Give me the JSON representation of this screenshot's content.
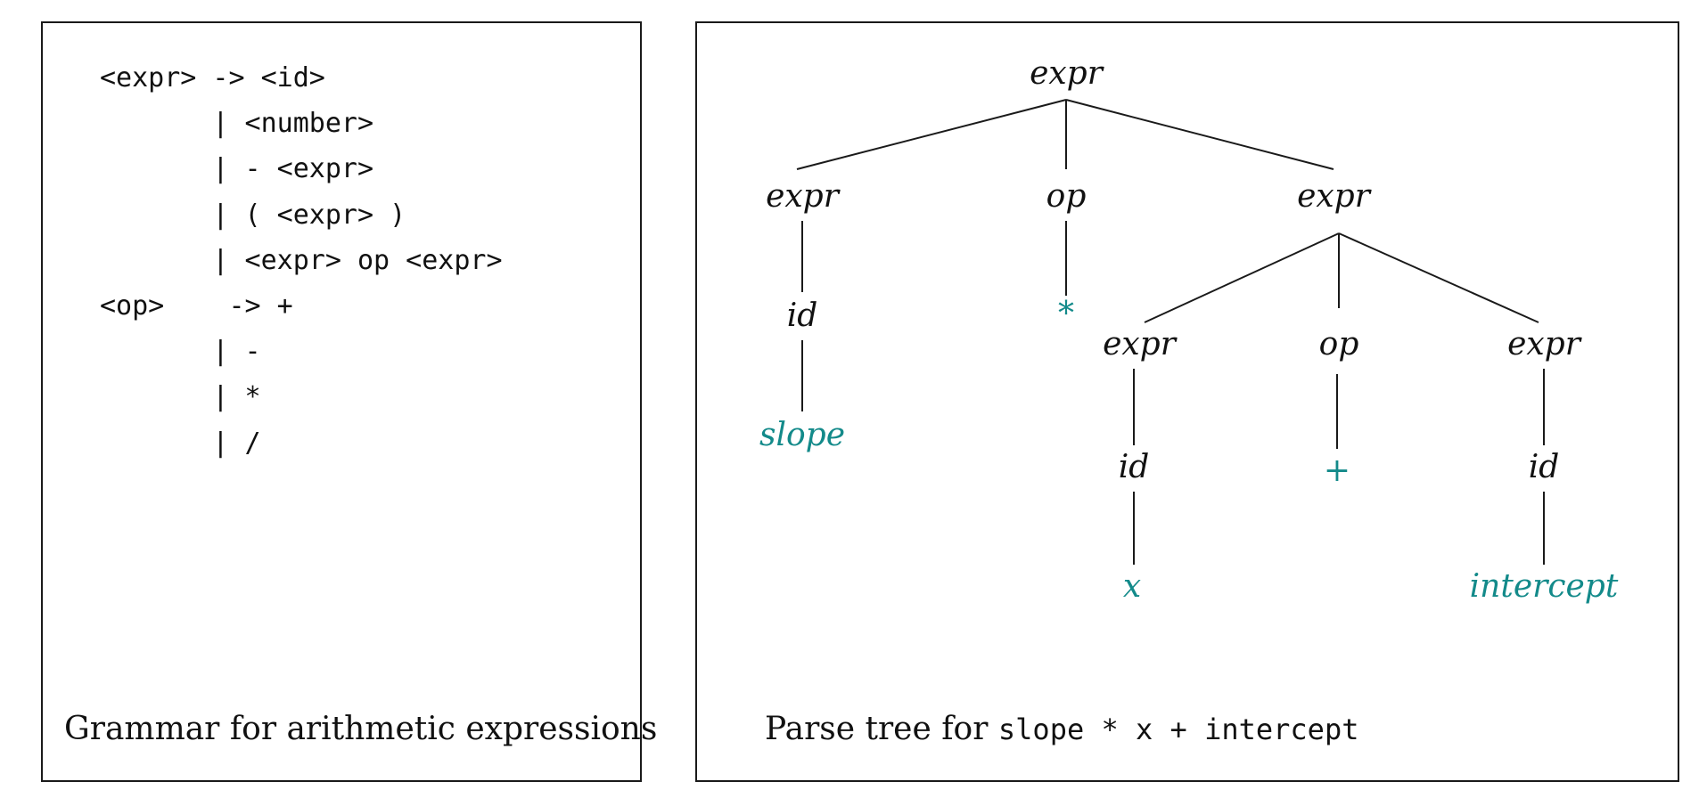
{
  "grammar": {
    "lines": [
      "<expr> -> <id>",
      "       | <number>",
      "       | - <expr>",
      "       | ( <expr> )",
      "       | <expr> op <expr>",
      "<op>    -> +",
      "       | -",
      "       | *",
      "       | /"
    ],
    "caption": "Grammar for arithmetic expressions"
  },
  "tree": {
    "caption_prefix": "Parse tree for",
    "caption_code": "slope * x + intercept",
    "colors": {
      "nonterminal": "#111111",
      "terminal": "#138a8a",
      "edge": "#1a1a1a"
    },
    "nodes": {
      "root": "expr",
      "left_expr": "expr",
      "top_op": "op",
      "right_expr": "expr",
      "left_id": "id",
      "star": "*",
      "slope": "slope",
      "mid_left_expr": "expr",
      "mid_op": "op",
      "mid_right_expr": "expr",
      "x_id": "id",
      "plus": "+",
      "intercept_id": "id",
      "x": "x",
      "intercept": "intercept"
    }
  }
}
